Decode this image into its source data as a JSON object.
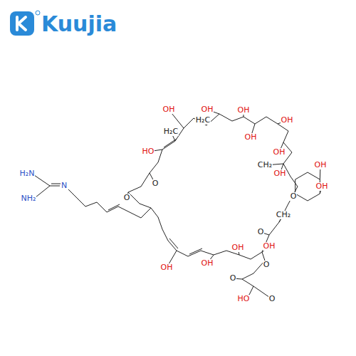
{
  "diagram": {
    "labels": [
      "Kuujia",
      "OH",
      "OH",
      "OH",
      "H₂C",
      "OH",
      "OH",
      "H₂C",
      "HO",
      "OH",
      "CH₂",
      "OH",
      "OH",
      "OH",
      "O",
      "CH₂",
      "O",
      "OH",
      "O",
      "O",
      "HO",
      "O",
      "OH",
      "OH",
      "OH",
      "O",
      "O",
      "H₂N",
      "N",
      "NH₂"
    ]
  }
}
